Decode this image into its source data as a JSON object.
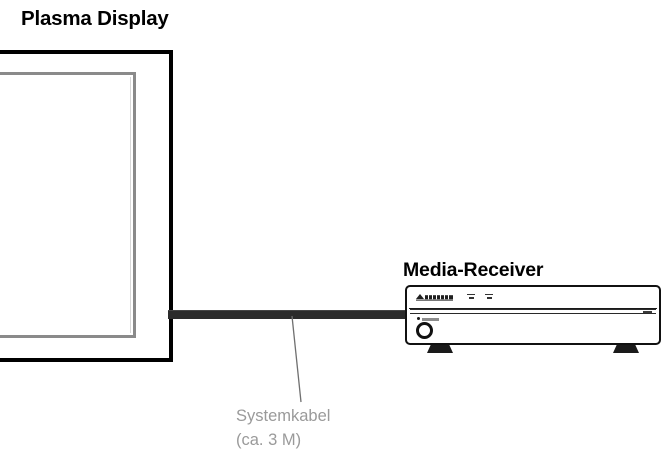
{
  "diagram": {
    "title_plasma": "Plasma Display",
    "title_receiver": "Media-Receiver",
    "caption": {
      "line1": "Systemkabel",
      "line2": "(ca. 3 M)"
    },
    "colors": {
      "frame_black": "#000000",
      "bezel_gray": "#8a8a8a",
      "cable_dark": "#2b2b2b",
      "caption_gray": "#9a9a9a",
      "receiver_outline": "#111111",
      "background": "#ffffff"
    },
    "receiver": {
      "brand_logo": "pioneer-wordmark",
      "indicators": [
        "indicator-mark-1",
        "indicator-mark-2"
      ],
      "power_knob": "power-knob-ring",
      "feet": [
        "foot-left",
        "foot-right"
      ]
    },
    "icons": {
      "leader_line": "leader-line",
      "cable": "system-cable"
    }
  }
}
